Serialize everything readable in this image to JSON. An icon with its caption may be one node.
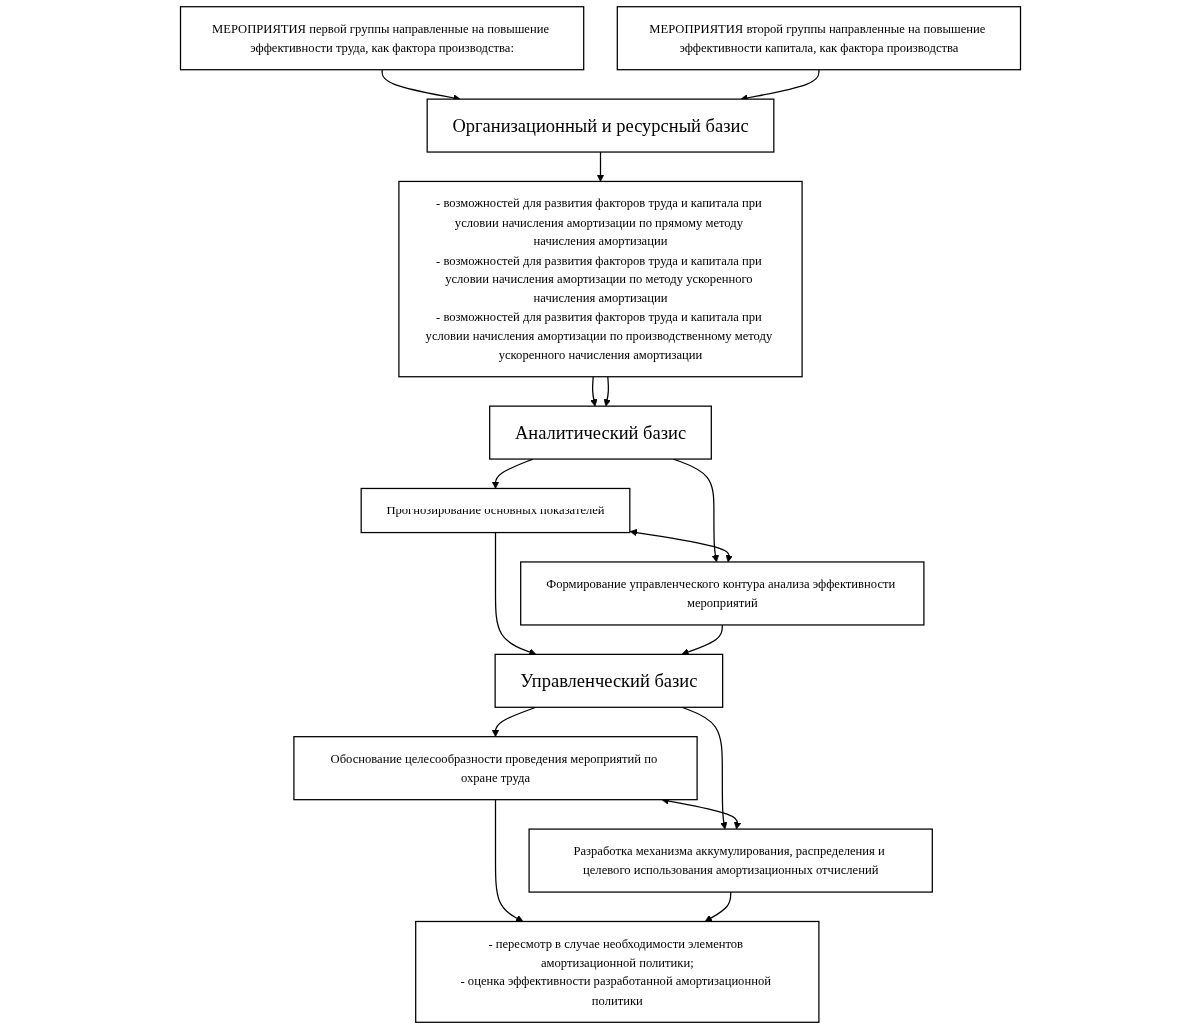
{
  "diagram": {
    "nodes": [
      {
        "text": [
          "МЕРОПРИЯТИЯ первой группы направленные на повышение эффективности труда, как фактора производства:"
        ]
      },
      {
        "text": [
          "МЕРОПРИЯТИЯ второй группы направленные на повышение эффективности капитала, как фактора производства"
        ]
      },
      {
        "text": [
          "Организационный и ресурсный базис"
        ]
      },
      {
        "text": [
          "- возможностей для развития факторов труда и капитала при условии начисления амортизации по прямому методу начисления амортизации",
          "- возможностей для развития факторов труда и капитала при условии начисления амортизации по методу ускоренного начисления амортизации",
          "- возможностей для развития факторов труда и капитала при условии начисления амортизации по производственному методу ускоренного начисления амортизации"
        ]
      },
      {
        "text": [
          "Аналитический базис"
        ]
      },
      {
        "text": [
          "Прогнозирование основных показателей"
        ]
      },
      {
        "text": [
          "Формирование управленческого контура анализа эффективности мероприятий"
        ]
      },
      {
        "text": [
          "Управленческий базис"
        ]
      },
      {
        "text": [
          "Обоснование целесообразности проведения мероприятий по охране труда"
        ]
      },
      {
        "text": [
          "Разработка механизма аккумулирования, распределения и целевого использования амортизационных отчислений"
        ]
      },
      {
        "text": [
          "- пересмотр в случае необходимости элементов амортизационной политики;",
          "- оценка эффективности разработанной амортизационной политики"
        ]
      }
    ],
    "edges": [
      {
        "from": 0,
        "to": 2,
        "arrow": "to"
      },
      {
        "from": 1,
        "to": 2,
        "arrow": "to"
      },
      {
        "from": 2,
        "to": 3,
        "arrow": "to"
      },
      {
        "from": 3,
        "to": 4,
        "arrow": "to"
      },
      {
        "from": 3,
        "to": 4,
        "arrow": "to"
      },
      {
        "from": 4,
        "to": 5,
        "arrow": "to"
      },
      {
        "from": 4,
        "to": 6,
        "arrow": "to"
      },
      {
        "from": 5,
        "to": 6,
        "arrow": "both"
      },
      {
        "from": 5,
        "to": 7,
        "arrow": "to"
      },
      {
        "from": 6,
        "to": 7,
        "arrow": "to"
      },
      {
        "from": 7,
        "to": 8,
        "arrow": "to"
      },
      {
        "from": 7,
        "to": 9,
        "arrow": "to"
      },
      {
        "from": 8,
        "to": 9,
        "arrow": "both"
      },
      {
        "from": 8,
        "to": 10,
        "arrow": "to"
      },
      {
        "from": 9,
        "to": 10,
        "arrow": "to"
      }
    ]
  }
}
